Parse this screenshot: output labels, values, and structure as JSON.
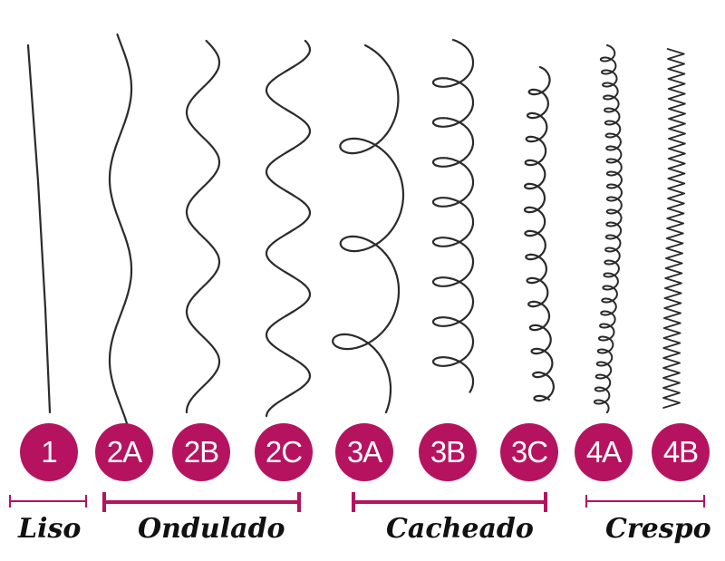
{
  "colors": {
    "accent": "#b5135f",
    "strand": "#2b2b2b",
    "background": "#ffffff"
  },
  "hair_types": [
    {
      "code": "1",
      "pattern": "straight"
    },
    {
      "code": "2A",
      "pattern": "slight-wave"
    },
    {
      "code": "2B",
      "pattern": "wave"
    },
    {
      "code": "2C",
      "pattern": "deep-wave"
    },
    {
      "code": "3A",
      "pattern": "large-loop"
    },
    {
      "code": "3B",
      "pattern": "medium-loop"
    },
    {
      "code": "3C",
      "pattern": "small-loop"
    },
    {
      "code": "4A",
      "pattern": "tight-coil"
    },
    {
      "code": "4B",
      "pattern": "zigzag"
    }
  ],
  "groups": [
    {
      "label": "Liso"
    },
    {
      "label": "Ondulado"
    },
    {
      "label": "Cacheado"
    },
    {
      "label": "Crespo"
    }
  ]
}
